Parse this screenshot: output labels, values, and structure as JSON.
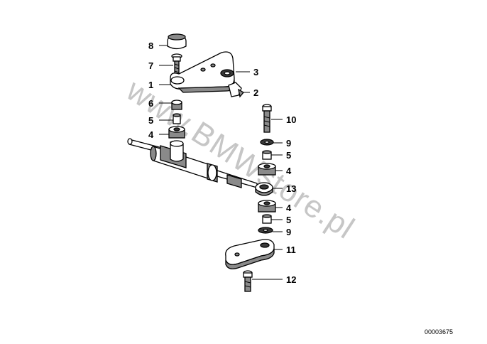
{
  "watermark": "www.BMWstore.pl",
  "document_number": "00003675",
  "callouts": {
    "c8": "8",
    "c7": "7",
    "c1": "1",
    "c3": "3",
    "c2": "2",
    "c6": "6",
    "c5a": "5",
    "c4a": "4",
    "c10": "10",
    "c9a": "9",
    "c5b": "5",
    "c4b": "4",
    "c13": "13",
    "c4c": "4",
    "c5c": "5",
    "c9b": "9",
    "c11": "11",
    "c12": "12"
  }
}
